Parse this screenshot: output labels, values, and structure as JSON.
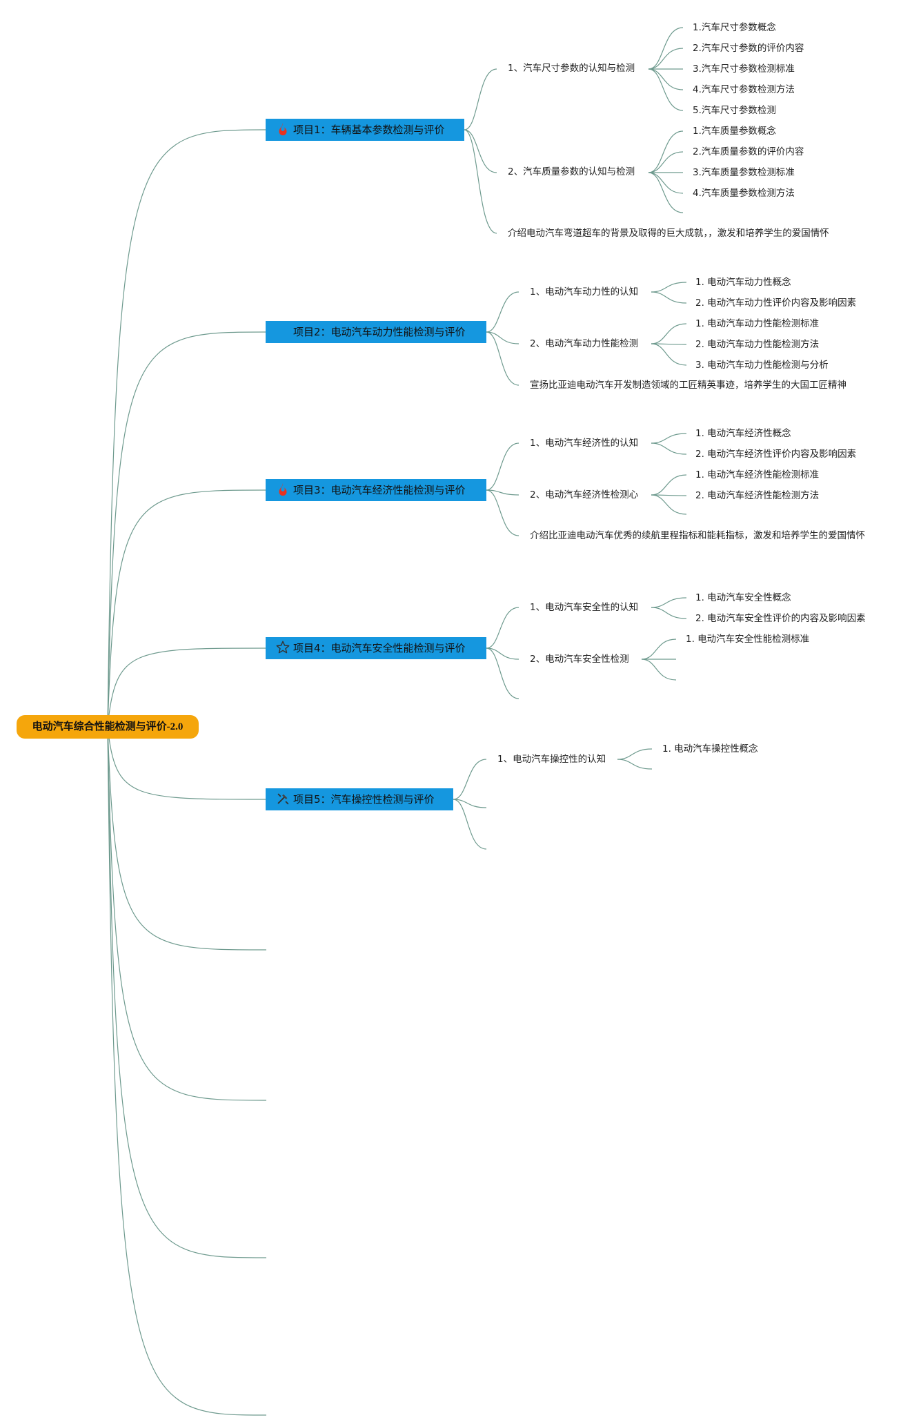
{
  "root": {
    "label": "电动汽车综合性能检测与评价-2.0"
  },
  "projects": [
    {
      "label": "项目1：车辆基本参数检测与评价",
      "icon": "fire-icon",
      "subs": [
        {
          "label": "1、汽车尺寸参数的认知与检测",
          "leaves": [
            "1.汽车尺寸参数概念",
            "2.汽车尺寸参数的评价内容",
            "3.汽车尺寸参数检测标准",
            "4.汽车尺寸参数检测方法",
            "5.汽车尺寸参数检测"
          ]
        },
        {
          "label": "2、汽车质量参数的认知与检测",
          "leaves": [
            "1.汽车质量参数概念",
            "2.汽车质量参数的评价内容",
            "3.汽车质量参数检测标准",
            "4.汽车质量参数检测方法",
            ""
          ]
        },
        {
          "label": "介绍电动汽车弯道超车的背景及取得的巨大成就，，激发和培养学生的爱国情怀",
          "leaves": []
        }
      ]
    },
    {
      "label": "项目2：电动汽车动力性能检测与评价",
      "icon": "",
      "subs": [
        {
          "label": "1、电动汽车动力性的认知",
          "leaves": [
            "1. 电动汽车动力性概念",
            "2. 电动汽车动力性评价内容及影响因素"
          ]
        },
        {
          "label": "2、电动汽车动力性能检测",
          "leaves": [
            "1. 电动汽车动力性能检测标准",
            "2. 电动汽车动力性能检测方法",
            "3. 电动汽车动力性能检测与分析"
          ]
        },
        {
          "label": "宣扬比亚迪电动汽车开发制造领域的工匠精英事迹，培养学生的大国工匠精神",
          "leaves": []
        }
      ]
    },
    {
      "label": "项目3：电动汽车经济性能检测与评价",
      "icon": "fire-icon",
      "subs": [
        {
          "label": "1、电动汽车经济性的认知",
          "leaves": [
            "1. 电动汽车经济性概念",
            "2. 电动汽车经济性评价内容及影响因素"
          ]
        },
        {
          "label": "2、电动汽车经济性检测心",
          "leaves": [
            "1. 电动汽车经济性能检测标准",
            "2. 电动汽车经济性能检测方法",
            ""
          ]
        },
        {
          "label": "介绍比亚迪电动汽车优秀的续航里程指标和能耗指标，激发和培养学生的爱国情怀",
          "leaves": []
        }
      ]
    },
    {
      "label": "项目4：电动汽车安全性能检测与评价",
      "icon": "star-icon",
      "subs": [
        {
          "label": "1、电动汽车安全性的认知",
          "leaves": [
            "1. 电动汽车安全性概念",
            "2. 电动汽车安全性评价的内容及影响因素"
          ]
        },
        {
          "label": "2、电动汽车安全性检测",
          "leaves": [
            "1. 电动汽车安全性能检测标准",
            "",
            ""
          ]
        },
        {
          "label": "",
          "leaves": []
        }
      ]
    },
    {
      "label": "项目5：汽车操控性检测与评价",
      "icon": "tools-icon",
      "subs": [
        {
          "label": "1、电动汽车操控性的认知",
          "leaves": [
            "1. 电动汽车操控性概念",
            ""
          ]
        },
        {
          "label": "",
          "leaves": []
        },
        {
          "label": "",
          "leaves": []
        }
      ]
    }
  ],
  "colors": {
    "root": "#f5a60c",
    "project": "#1597df",
    "line": "#6e9a8e",
    "fire": "#e8321e"
  }
}
